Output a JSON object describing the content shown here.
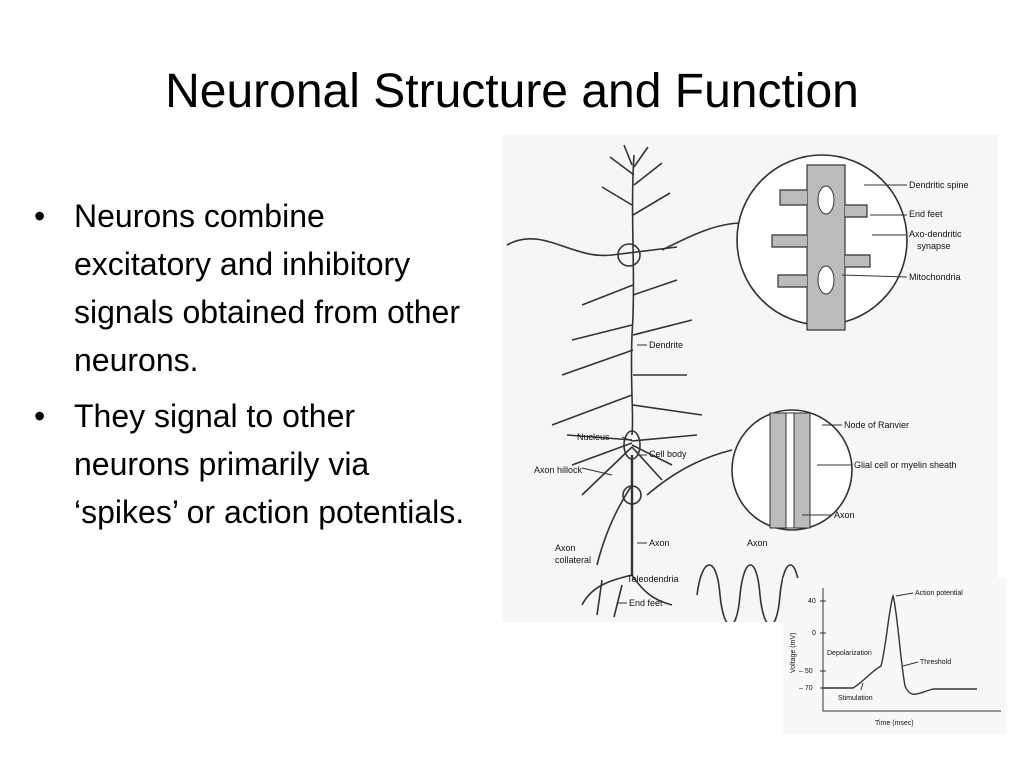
{
  "slide": {
    "title": "Neuronal Structure and Function",
    "bullets": [
      "Neurons combine excitatory and inhibitory signals obtained from other neurons.",
      "They signal to other neurons primarily via ‘spikes’ or action potentials."
    ],
    "bullet_marker": "•"
  },
  "neuron_figure": {
    "labels": {
      "dendritic_spine": "Dendritic spine",
      "end_feet_top": "End feet",
      "axo_dendritic_1": "Axo-dendritic",
      "axo_dendritic_2": "synapse",
      "mitochondria": "Mitochondria",
      "dendrite": "Dendrite",
      "node_of_ranvier": "Node of Ranvier",
      "glial": "Glial cell or myelin sheath",
      "axon_inset": "Axon",
      "nucleus": "Nucleus",
      "cell_body": "Cell body",
      "axon_hillock": "Axon hillock",
      "axon_mid": "Axon",
      "axon_right": "Axon",
      "axon_collateral_1": "Axon",
      "axon_collateral_2": "collateral",
      "teleodendria": "Teleodendria",
      "end_feet_bottom": "End feet"
    }
  },
  "action_potential_figure": {
    "labels": {
      "action_potential": "Action potential",
      "threshold": "Threshold",
      "depolarization": "Depolarization",
      "stimulation": "Stimulation",
      "y_axis": "Voltage (mV)",
      "x_axis": "Time (msec)"
    },
    "ticks": [
      "40",
      "0",
      "– 50",
      "– 70"
    ]
  }
}
